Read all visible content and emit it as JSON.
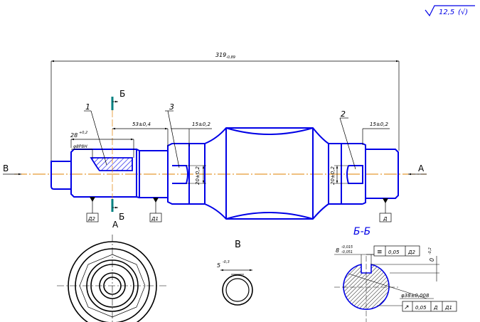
{
  "colors": {
    "outline": "#0000e6",
    "dim": "#000000",
    "axis": "#e08000",
    "cut": "#008080",
    "hatch": "#0000e6",
    "paper": "#ffffff"
  },
  "roughness": {
    "value": "12,5",
    "bracket": "(√)"
  },
  "dimensions": {
    "overall": "319",
    "overall_tol": "-0,89",
    "d1": "28",
    "d1_tol": "+0,2",
    "d2": "φ8Р8Н",
    "d3": "53±0,4",
    "d4": "15±0,2",
    "d5": "15±0,2",
    "d6": "20±0,2",
    "d7": "20±0,2",
    "keyway": "8",
    "keyway_tol_upper": "-0,015",
    "keyway_tol_lower": "-0,051",
    "keyway_depth": "0",
    "keyway_depth_tol": "-0,2",
    "small_dim": "5",
    "small_dim_tol": "-0,3",
    "shaft_dia": "φ38±0,008"
  },
  "leaders": {
    "n1": "1",
    "n2": "2",
    "n3": "3"
  },
  "section_marks": {
    "top": "Б",
    "bottom": "Б",
    "left": "В",
    "right": "А",
    "below": "А"
  },
  "base_marks": {
    "m1": "Д2",
    "m2": "Д1",
    "m3": "Д"
  },
  "views": {
    "view_v": "В",
    "section": "Б-Б"
  },
  "tol_frames": {
    "sym": {
      "sym": "≡",
      "val": "0,05",
      "base": "Д2"
    },
    "runout": {
      "sym": "↗",
      "val": "0,05",
      "base1": "Д",
      "base2": "Д1"
    }
  }
}
